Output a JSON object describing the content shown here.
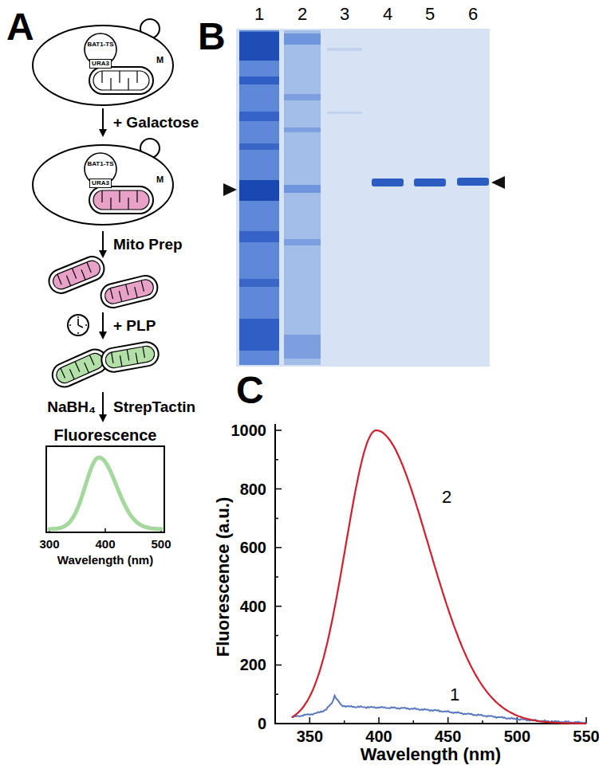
{
  "diagram": {
    "nodes": [
      {
        "text": [
          "M"
        ]
      },
      {
        "text": [
          "BAT1-TS",
          "URA3"
        ],
        "in": 0
      },
      {
        "text": [
          "M"
        ]
      },
      {
        "text": [
          "BAT1-TS",
          "URA3"
        ],
        "in": 2
      }
    ],
    "edges": [
      {
        "from": 0,
        "to": 2,
        "arrow": "to",
        "label": "+ Galactose"
      }
    ],
    "labels": [
      "A",
      "Mito Prep",
      "+ PLP",
      "NaBH₄",
      "StrepTactin",
      "Fluorescence",
      "300",
      "400",
      "500",
      "Wavelength (nm)",
      "B",
      "1",
      "2",
      "3",
      "4",
      "5",
      "6",
      "C",
      "1000",
      "800",
      "600",
      "400",
      "200",
      "0",
      "Fluorescence (a.u.)",
      "350",
      "400",
      "450",
      "500",
      "550",
      "Wavelength (nm)",
      "2",
      "1"
    ]
  }
}
